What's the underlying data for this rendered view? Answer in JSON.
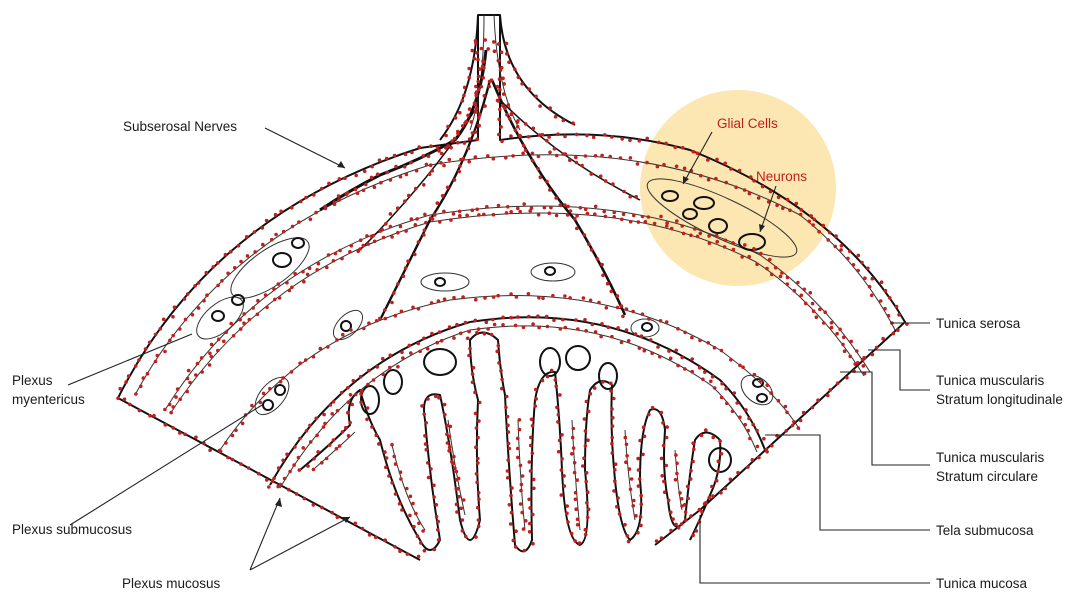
{
  "labels": {
    "subserosal_nerves": "Subserosal Nerves",
    "glial_cells": "Glial Cells",
    "neurons": "Neurons",
    "plexus_myentericus_1": "Plexus",
    "plexus_myentericus_2": "myentericus",
    "plexus_submucosus": "Plexus submucosus",
    "plexus_mucosus": "Plexus mucosus",
    "tunica_serosa": "Tunica serosa",
    "muscularis_long_1": "Tunica muscularis",
    "muscularis_long_2": "Stratum longitudinale",
    "muscularis_circ_1": "Tunica muscularis",
    "muscularis_circ_2": "Stratum circulare",
    "tela_submucosa": "Tela submucosa",
    "tunica_mucosa": "Tunica mucosa"
  },
  "colors": {
    "outline": "#111111",
    "glia_dots": "#c0201c",
    "highlight": "#fbe3a6",
    "label_red": "#c0201c"
  }
}
